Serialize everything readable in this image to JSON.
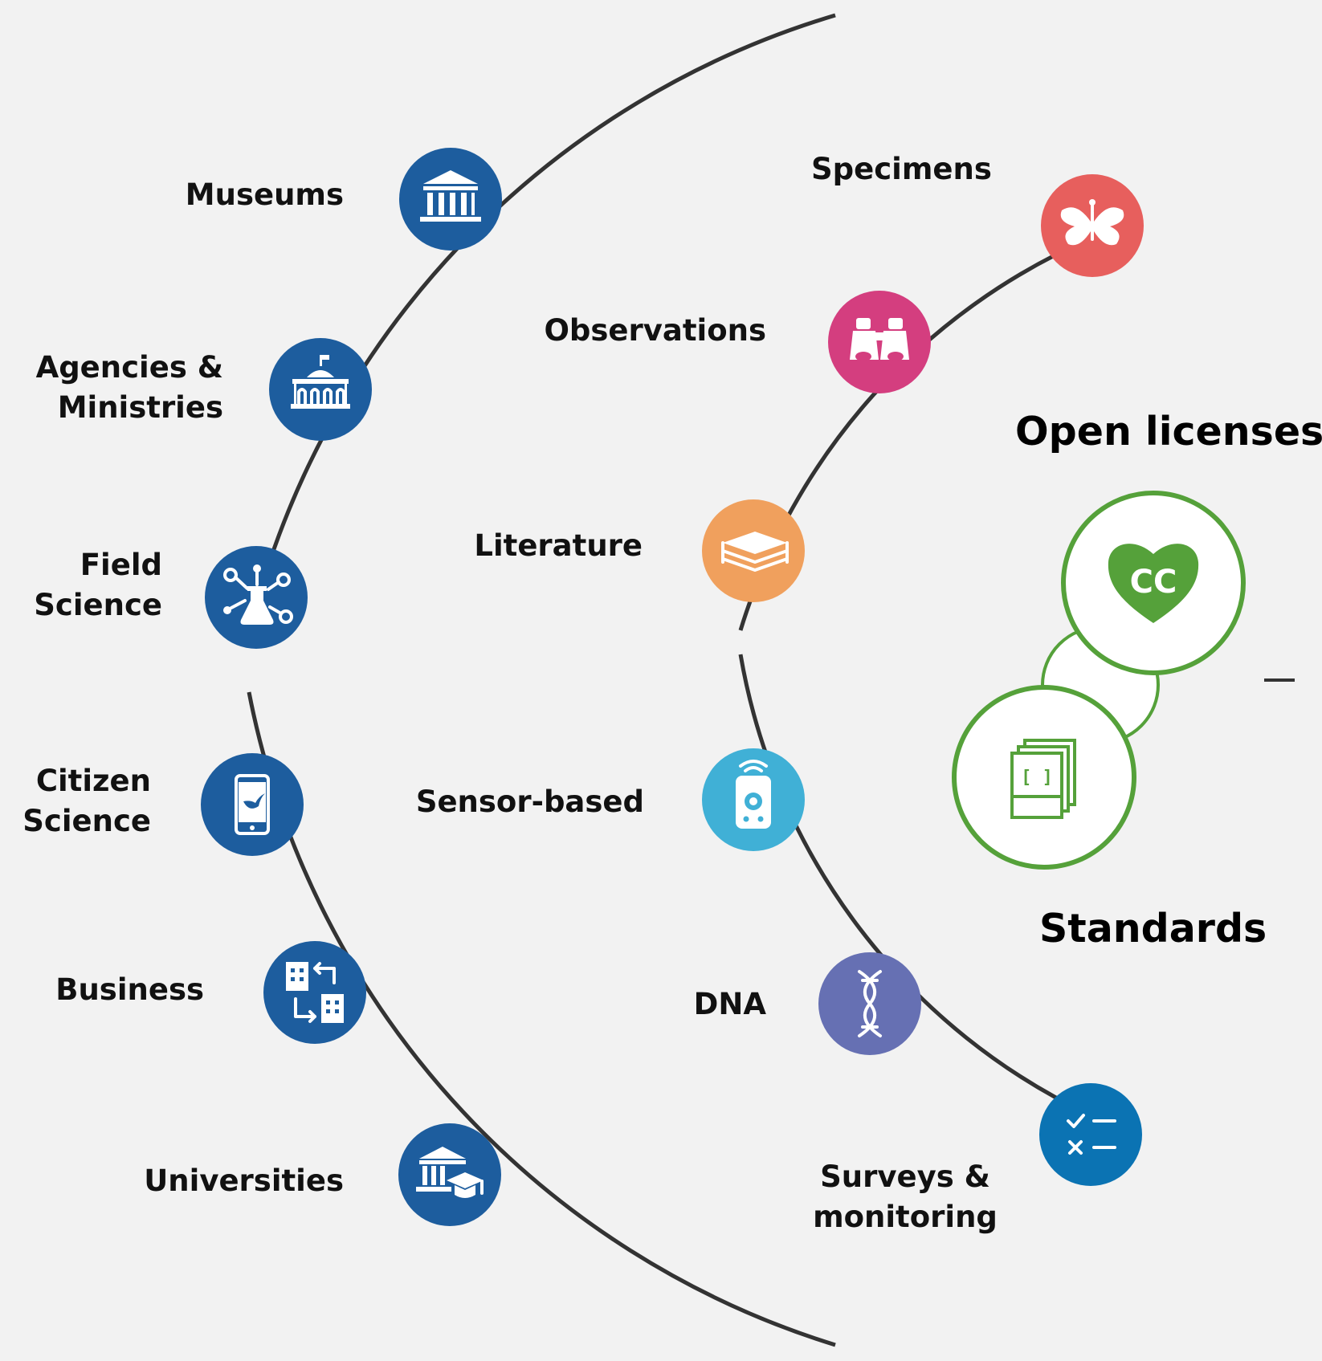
{
  "providers": [
    {
      "label": "Museums",
      "icon": "museum-icon"
    },
    {
      "label": "Agencies &\nMinistries",
      "icon": "government-building-icon"
    },
    {
      "label": "Field\nScience",
      "icon": "field-science-icon"
    },
    {
      "label": "Citizen\nScience",
      "icon": "smartphone-bird-icon"
    },
    {
      "label": "Business",
      "icon": "business-exchange-icon"
    },
    {
      "label": "Universities",
      "icon": "university-icon"
    }
  ],
  "data_types": [
    {
      "label": "Specimens",
      "icon": "butterfly-icon",
      "color": "#e75f5d"
    },
    {
      "label": "Observations",
      "icon": "binoculars-icon",
      "color": "#d43e7f"
    },
    {
      "label": "Literature",
      "icon": "books-icon",
      "color": "#f0a05d"
    },
    {
      "label": "Sensor-based",
      "icon": "sensor-device-icon",
      "color": "#40b0d6"
    },
    {
      "label": "DNA",
      "icon": "dna-icon",
      "color": "#6670b3"
    },
    {
      "label": "Surveys &\nmonitoring",
      "icon": "checklist-icon",
      "color": "#0b73b3"
    }
  ],
  "pillars": {
    "open_licenses": "Open licenses",
    "standards": "Standards",
    "cc_text": "CC",
    "bracket_text": "[ ]"
  },
  "colors": {
    "provider_blue": "#1d5d9e",
    "green": "#55a13a",
    "arc": "#333333",
    "background": "#f2f2f2"
  }
}
